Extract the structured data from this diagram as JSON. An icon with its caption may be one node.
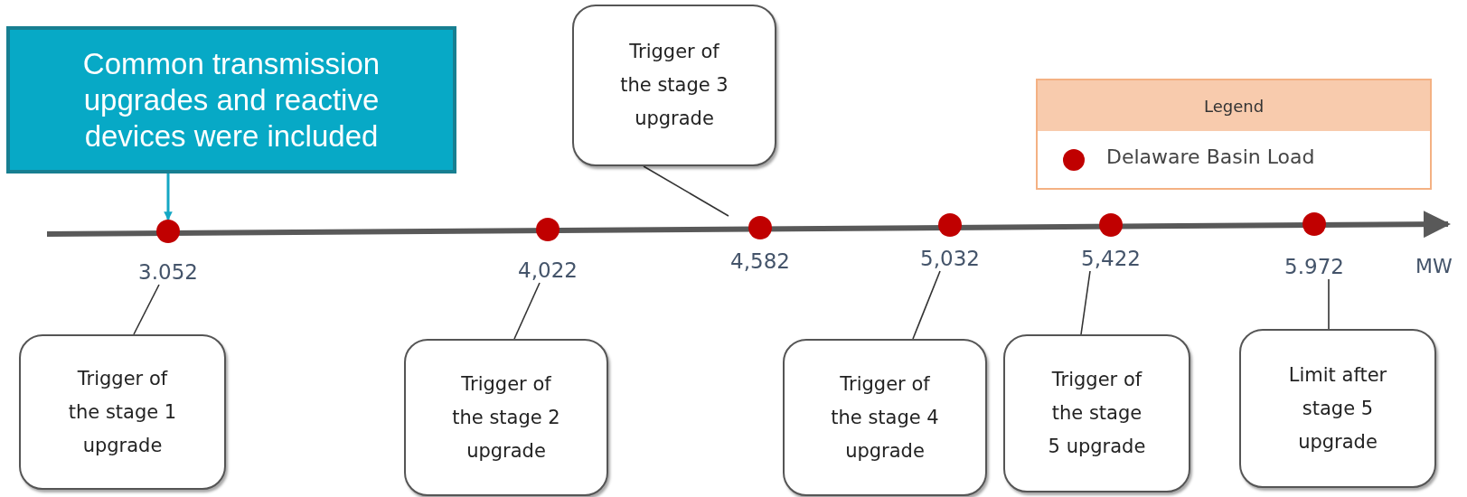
{
  "diagram": {
    "nodes": [
      {
        "text": [
          "Common transmission upgrades and reactive devices were included"
        ]
      },
      {
        "text": [
          "Trigger of the stage 3 upgrade"
        ]
      },
      {
        "text": [],
        "shape": "circle",
        "beside": [
          "3.052"
        ]
      },
      {
        "text": [],
        "shape": "circle",
        "beside": [
          "4,022"
        ]
      },
      {
        "text": [],
        "shape": "circle",
        "beside": [
          "4,582"
        ]
      },
      {
        "text": [],
        "shape": "circle",
        "beside": [
          "5,032"
        ]
      },
      {
        "text": [],
        "shape": "circle",
        "beside": [
          "5,422"
        ]
      },
      {
        "text": [],
        "shape": "circle",
        "beside": [
          "5.972"
        ]
      },
      {
        "text": [
          "Trigger of the stage 1 upgrade"
        ]
      },
      {
        "text": [
          "Trigger of the stage 2 upgrade"
        ]
      },
      {
        "text": [
          "Trigger of the stage 4 upgrade"
        ]
      },
      {
        "text": [
          "Trigger of the stage 5 upgrade"
        ]
      },
      {
        "text": [
          "Limit after stage 5 upgrade"
        ]
      }
    ],
    "edges": [
      {
        "from": 0,
        "to": 2,
        "arrow": "to",
        "color": "#14a7c4"
      },
      {
        "from": 1,
        "to": 4,
        "arrow": "none"
      },
      {
        "from": 8,
        "to": 2,
        "arrow": "none"
      },
      {
        "from": 9,
        "to": 3,
        "arrow": "none"
      },
      {
        "from": 10,
        "to": 5,
        "arrow": "none"
      },
      {
        "from": 11,
        "to": 6,
        "arrow": "none"
      },
      {
        "from": 12,
        "to": 7,
        "arrow": "none"
      }
    ],
    "labels": [
      "Legend",
      "MW"
    ],
    "legend": [
      {
        "text": "Delaware Basin Load"
      }
    ]
  }
}
